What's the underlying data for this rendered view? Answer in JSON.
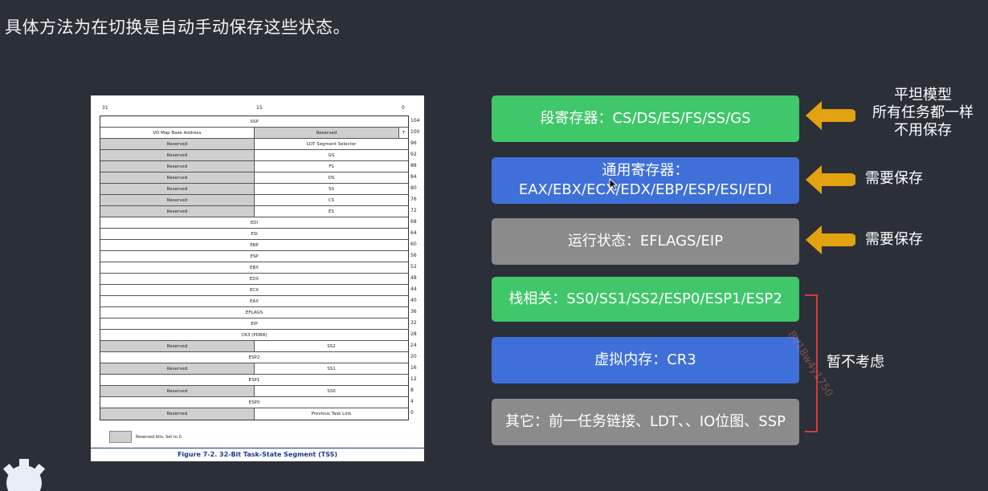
{
  "title": "具体方法为在切换是自动手动保存这些状态。",
  "figure": {
    "bit_labels": [
      "31",
      "15",
      "0"
    ],
    "rows": [
      {
        "cells": [
          {
            "text": "SSP",
            "kind": "full",
            "grey": false
          }
        ],
        "offset": "104"
      },
      {
        "cells": [
          {
            "text": "I/O Map Base Address",
            "kind": "left",
            "grey": false
          },
          {
            "text": "Reserved",
            "kind": "right",
            "grey": true
          },
          {
            "text": "T",
            "kind": "tbit",
            "grey": false
          }
        ],
        "offset": "100"
      },
      {
        "cells": [
          {
            "text": "Reserved",
            "kind": "left",
            "grey": true
          },
          {
            "text": "LDT Segment Selector",
            "kind": "right",
            "grey": false
          }
        ],
        "offset": "96"
      },
      {
        "cells": [
          {
            "text": "Reserved",
            "kind": "left",
            "grey": true
          },
          {
            "text": "GS",
            "kind": "right",
            "grey": false
          }
        ],
        "offset": "92"
      },
      {
        "cells": [
          {
            "text": "Reserved",
            "kind": "left",
            "grey": true
          },
          {
            "text": "FS",
            "kind": "right",
            "grey": false
          }
        ],
        "offset": "88"
      },
      {
        "cells": [
          {
            "text": "Reserved",
            "kind": "left",
            "grey": true
          },
          {
            "text": "DS",
            "kind": "right",
            "grey": false
          }
        ],
        "offset": "84"
      },
      {
        "cells": [
          {
            "text": "Reserved",
            "kind": "left",
            "grey": true
          },
          {
            "text": "SS",
            "kind": "right",
            "grey": false
          }
        ],
        "offset": "80"
      },
      {
        "cells": [
          {
            "text": "Reserved",
            "kind": "left",
            "grey": true
          },
          {
            "text": "CS",
            "kind": "right",
            "grey": false
          }
        ],
        "offset": "76"
      },
      {
        "cells": [
          {
            "text": "Reserved",
            "kind": "left",
            "grey": true
          },
          {
            "text": "ES",
            "kind": "right",
            "grey": false
          }
        ],
        "offset": "72"
      },
      {
        "cells": [
          {
            "text": "EDI",
            "kind": "full",
            "grey": false
          }
        ],
        "offset": "68"
      },
      {
        "cells": [
          {
            "text": "ESI",
            "kind": "full",
            "grey": false
          }
        ],
        "offset": "64"
      },
      {
        "cells": [
          {
            "text": "EBP",
            "kind": "full",
            "grey": false
          }
        ],
        "offset": "60"
      },
      {
        "cells": [
          {
            "text": "ESP",
            "kind": "full",
            "grey": false
          }
        ],
        "offset": "56"
      },
      {
        "cells": [
          {
            "text": "EBX",
            "kind": "full",
            "grey": false
          }
        ],
        "offset": "52"
      },
      {
        "cells": [
          {
            "text": "EDX",
            "kind": "full",
            "grey": false
          }
        ],
        "offset": "48"
      },
      {
        "cells": [
          {
            "text": "ECX",
            "kind": "full",
            "grey": false
          }
        ],
        "offset": "44"
      },
      {
        "cells": [
          {
            "text": "EAX",
            "kind": "full",
            "grey": false
          }
        ],
        "offset": "40"
      },
      {
        "cells": [
          {
            "text": "EFLAGS",
            "kind": "full",
            "grey": false
          }
        ],
        "offset": "36"
      },
      {
        "cells": [
          {
            "text": "EIP",
            "kind": "full",
            "grey": false
          }
        ],
        "offset": "32"
      },
      {
        "cells": [
          {
            "text": "CR3 (PDBR)",
            "kind": "full",
            "grey": false
          }
        ],
        "offset": "28"
      },
      {
        "cells": [
          {
            "text": "Reserved",
            "kind": "left",
            "grey": true
          },
          {
            "text": "SS2",
            "kind": "right",
            "grey": false
          }
        ],
        "offset": "24"
      },
      {
        "cells": [
          {
            "text": "ESP2",
            "kind": "full",
            "grey": false
          }
        ],
        "offset": "20"
      },
      {
        "cells": [
          {
            "text": "Reserved",
            "kind": "left",
            "grey": true
          },
          {
            "text": "SS1",
            "kind": "right",
            "grey": false
          }
        ],
        "offset": "16"
      },
      {
        "cells": [
          {
            "text": "ESP1",
            "kind": "full",
            "grey": false
          }
        ],
        "offset": "12"
      },
      {
        "cells": [
          {
            "text": "Reserved",
            "kind": "left",
            "grey": true
          },
          {
            "text": "SS0",
            "kind": "right",
            "grey": false
          }
        ],
        "offset": "8"
      },
      {
        "cells": [
          {
            "text": "ESP0",
            "kind": "full",
            "grey": false
          }
        ],
        "offset": "4"
      },
      {
        "cells": [
          {
            "text": "Reserved",
            "kind": "left",
            "grey": true
          },
          {
            "text": "Previous Task Link",
            "kind": "right",
            "grey": false
          }
        ],
        "offset": "0"
      }
    ],
    "legend_text": "Reserved bits. Set to 0.",
    "caption": "Figure 7-2.  32-Bit Task-State Segment (TSS)"
  },
  "boxes": [
    {
      "text": "段寄存器：CS/DS/ES/FS/SS/GS",
      "color": "#3fc76a"
    },
    {
      "text": "通用寄存器：EAX/EBX/ECX/EDX/EBP/ESP/ESI/EDI",
      "color": "#3f6fd9"
    },
    {
      "text": "运行状态：EFLAGS/EIP",
      "color": "#8b8b8b"
    },
    {
      "text": "栈相关：SS0/SS1/SS2/ESP0/ESP1/ESP2",
      "color": "#3fc76a"
    },
    {
      "text": "虚拟内存：CR3",
      "color": "#3f6fd9"
    },
    {
      "text": "其它：前一任务链接、LDT、、IO位图、SSP",
      "color": "#8b8b8b"
    }
  ],
  "notes": {
    "flat_model": [
      "平坦模型",
      "所有任务都一样",
      "不用保存"
    ],
    "need_save_1": "需要保存",
    "need_save_2": "需要保存",
    "ignore": "暂不考虑"
  },
  "arrow_color": "#e3a20f",
  "bracket_color": "#d63b3b",
  "watermark": "BV18w4y1750"
}
